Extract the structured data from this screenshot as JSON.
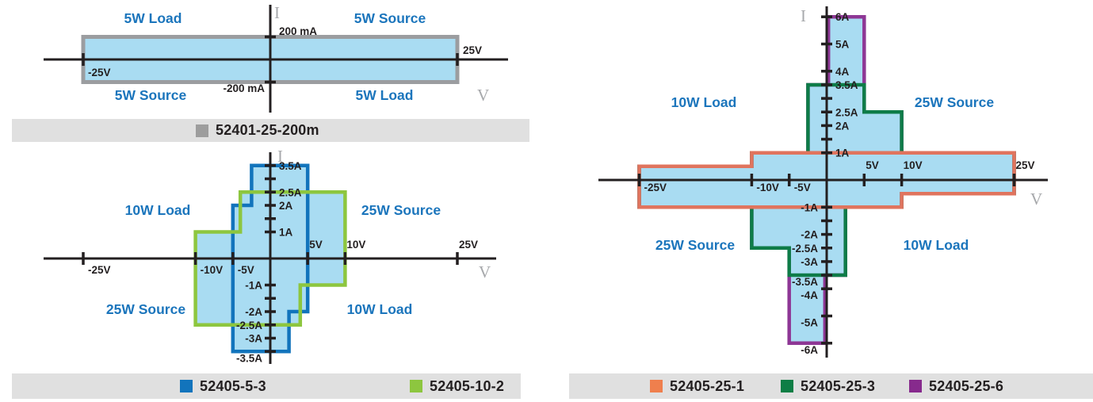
{
  "axis_letters": {
    "x": "V",
    "y": "I"
  },
  "colors": {
    "fill": "#a9dcf2",
    "axis": "#231f20",
    "quadrant_label": "#1b75bc",
    "axis_letter": "#a7a9ac",
    "legend_bar": "#e0e0e0",
    "legend_text": "#231f20",
    "tick_label": "#231f20",
    "rect_border_gray": "#9b9da0"
  },
  "chart_data": [
    {
      "id": "envelope-5w",
      "type": "area",
      "xlabel": "V",
      "ylabel": "I",
      "y_unit": "mA",
      "xlim": [
        -30,
        32
      ],
      "ylim": [
        -480,
        470
      ],
      "x_ticks": [
        -25,
        25
      ],
      "y_ticks": [
        200,
        -200
      ],
      "x_tick_labels": {
        "above": [
          {
            "v": 25,
            "t": "25V"
          }
        ],
        "inside": [
          {
            "v": -25,
            "t": "-25V"
          }
        ]
      },
      "y_tick_labels": [
        {
          "v": 200,
          "t": "200 mA"
        },
        {
          "v": -200,
          "t": "-200 mA"
        }
      ],
      "quadrant_labels": [
        "5W Load",
        "5W Source",
        "5W Source",
        "5W Load"
      ],
      "grid": false,
      "series": [
        {
          "name": "52401-25-200m",
          "color": "#9b9da0",
          "stroke_width": 5,
          "points": [
            [
              -25,
              200
            ],
            [
              25,
              200
            ],
            [
              25,
              -200
            ],
            [
              -25,
              -200
            ]
          ]
        }
      ]
    },
    {
      "id": "envelope-5v-10v",
      "type": "area",
      "xlabel": "V",
      "ylabel": "I",
      "y_unit": "A",
      "xlim": [
        -30,
        30
      ],
      "ylim": [
        -4,
        4
      ],
      "x_ticks": [
        -25,
        -10,
        -5,
        5,
        10,
        25
      ],
      "y_ticks": [
        1,
        1.5,
        2,
        2.5,
        3,
        3.5,
        -1,
        -1.5,
        -2,
        -2.5,
        -3,
        -3.5
      ],
      "x_tick_labels": {
        "below": [
          {
            "v": -25,
            "t": "-25V"
          },
          {
            "v": -10,
            "t": "-10V"
          },
          {
            "v": -5,
            "t": "-5V"
          }
        ],
        "above": [
          {
            "v": 5,
            "t": "5V"
          },
          {
            "v": 10,
            "t": "10V"
          },
          {
            "v": 25,
            "t": "25V"
          }
        ]
      },
      "y_tick_labels": {
        "right": [
          {
            "v": 3.5,
            "t": "3.5A"
          },
          {
            "v": 2.5,
            "t": "2.5A"
          },
          {
            "v": 2,
            "t": "2A"
          },
          {
            "v": 1,
            "t": "1A"
          }
        ],
        "left": [
          {
            "v": -1,
            "t": "-1A"
          },
          {
            "v": -2,
            "t": "-2A"
          },
          {
            "v": -2.5,
            "t": "-2.5A"
          },
          {
            "v": -3,
            "t": "-3A"
          },
          {
            "v": -3.5,
            "t": "-3.5A"
          }
        ]
      },
      "quadrant_labels": [
        "10W Load",
        "25W Source",
        "25W Source",
        "10W Load"
      ],
      "grid": false,
      "series": [
        {
          "name": "52405-5-3",
          "color": "#1274bc",
          "stroke_width": 4.5,
          "points": [
            [
              -2.5,
              3.5
            ],
            [
              5,
              3.5
            ],
            [
              5,
              -2
            ],
            [
              2.5,
              -2
            ],
            [
              2.5,
              -3.5
            ],
            [
              -5,
              -3.5
            ],
            [
              -5,
              2
            ],
            [
              -2.5,
              2
            ]
          ]
        },
        {
          "name": "52405-10-2",
          "color": "#8dc63f",
          "stroke_width": 4.5,
          "points": [
            [
              -4,
              2.5
            ],
            [
              10,
              2.5
            ],
            [
              10,
              -1
            ],
            [
              4,
              -1
            ],
            [
              4,
              -2.5
            ],
            [
              -10,
              -2.5
            ],
            [
              -10,
              1
            ],
            [
              -4,
              1
            ]
          ]
        }
      ]
    },
    {
      "id": "envelope-25v",
      "type": "area",
      "xlabel": "V",
      "ylabel": "I",
      "y_unit": "A",
      "xlim": [
        -30,
        34
      ],
      "ylim": [
        -6.5,
        6.5
      ],
      "x_ticks": [
        -25,
        -10,
        -5,
        5,
        10,
        25
      ],
      "y_ticks": [
        1,
        1.5,
        2,
        2.5,
        3,
        3.5,
        4,
        5,
        6,
        -1,
        -1.5,
        -2,
        -2.5,
        -3,
        -3.5,
        -4,
        -5,
        -6
      ],
      "x_tick_labels": {
        "below": [
          {
            "v": -25,
            "t": "-25V"
          },
          {
            "v": -10,
            "t": "-10V"
          },
          {
            "v": -5,
            "t": "-5V"
          }
        ],
        "above": [
          {
            "v": 5,
            "t": "5V"
          },
          {
            "v": 10,
            "t": "10V"
          },
          {
            "v": 25,
            "t": "25V"
          }
        ]
      },
      "y_tick_labels": {
        "right": [
          {
            "v": 6,
            "t": "6A"
          },
          {
            "v": 5,
            "t": "5A"
          },
          {
            "v": 4,
            "t": "4A"
          },
          {
            "v": 3.5,
            "t": "3.5A"
          },
          {
            "v": 2.5,
            "t": "2.5A"
          },
          {
            "v": 2,
            "t": "2A"
          },
          {
            "v": 1,
            "t": "1A"
          }
        ],
        "left": [
          {
            "v": -1,
            "t": "-1A"
          },
          {
            "v": -2,
            "t": "-2A"
          },
          {
            "v": -2.5,
            "t": "-2.5A"
          },
          {
            "v": -3,
            "t": "-3A"
          },
          {
            "v": -3.5,
            "t": "-3.5A"
          },
          {
            "v": -4,
            "t": "-4A"
          },
          {
            "v": -5,
            "t": "-5A"
          },
          {
            "v": -6,
            "t": "-6A"
          }
        ]
      },
      "quadrant_labels": [
        "10W Load",
        "25W Source",
        "25W Source",
        "10W Load"
      ],
      "grid": false,
      "series": [
        {
          "name": "52405-25-6",
          "color": "#8e3795",
          "stroke_width": 4.5,
          "points": [
            [
              0,
              6
            ],
            [
              5,
              6
            ],
            [
              5,
              2.5
            ],
            [
              10,
              2.5
            ],
            [
              10,
              1
            ],
            [
              25,
              1
            ],
            [
              25,
              -0.5
            ],
            [
              10,
              -0.5
            ],
            [
              10,
              -1
            ],
            [
              2.5,
              -1
            ],
            [
              2.5,
              -3.5
            ],
            [
              0,
              -3.5
            ],
            [
              0,
              -6
            ],
            [
              -5,
              -6
            ],
            [
              -5,
              -2.5
            ],
            [
              -10,
              -2.5
            ],
            [
              -10,
              -1
            ],
            [
              -25,
              -1
            ],
            [
              -25,
              0.5
            ],
            [
              -10,
              0.5
            ],
            [
              -10,
              1
            ],
            [
              -2.5,
              1
            ],
            [
              -2.5,
              3.5
            ],
            [
              0,
              3.5
            ]
          ]
        },
        {
          "name": "52405-25-3",
          "color": "#0e7c48",
          "stroke_width": 4.5,
          "points": [
            [
              -2.5,
              3.5
            ],
            [
              5,
              3.5
            ],
            [
              5,
              2.5
            ],
            [
              10,
              2.5
            ],
            [
              10,
              1
            ],
            [
              25,
              1
            ],
            [
              25,
              -0.5
            ],
            [
              10,
              -0.5
            ],
            [
              10,
              -1
            ],
            [
              2.5,
              -1
            ],
            [
              2.5,
              -3.5
            ],
            [
              -5,
              -3.5
            ],
            [
              -5,
              -2.5
            ],
            [
              -10,
              -2.5
            ],
            [
              -10,
              -1
            ],
            [
              -25,
              -1
            ],
            [
              -25,
              0.5
            ],
            [
              -10,
              0.5
            ],
            [
              -10,
              1
            ],
            [
              -2.5,
              1
            ]
          ]
        },
        {
          "name": "52405-25-1",
          "color": "#e0745e",
          "stroke_width": 4.5,
          "points": [
            [
              -10,
              1
            ],
            [
              25,
              1
            ],
            [
              25,
              -0.5
            ],
            [
              10,
              -0.5
            ],
            [
              10,
              -1
            ],
            [
              -25,
              -1
            ],
            [
              -25,
              0.5
            ],
            [
              -10,
              0.5
            ]
          ]
        }
      ]
    }
  ],
  "legends": [
    {
      "items": [
        {
          "label": "52401-25-200m",
          "color": "#9d9d9d"
        }
      ]
    },
    {
      "items": [
        {
          "label": "52405-5-3",
          "color": "#1274bc"
        },
        {
          "label": "52405-10-2",
          "color": "#8dc63f"
        }
      ]
    },
    {
      "items": [
        {
          "label": "52405-25-1",
          "color": "#ef7f4d"
        },
        {
          "label": "52405-25-3",
          "color": "#0e7e45"
        },
        {
          "label": "52405-25-6",
          "color": "#872a8d"
        }
      ]
    }
  ]
}
